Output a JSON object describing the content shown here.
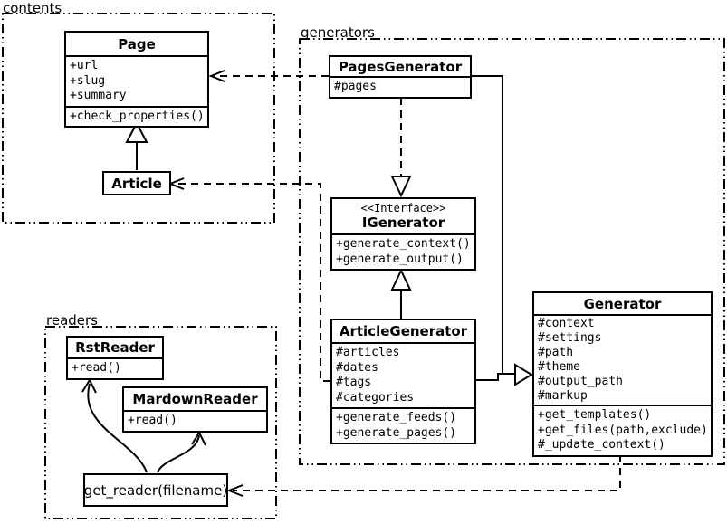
{
  "diagram": {
    "background": "#ffffff",
    "line_color": "#000000",
    "packages": {
      "contents": {
        "label": "contents"
      },
      "generators": {
        "label": "generators"
      },
      "readers": {
        "label": "readers"
      }
    },
    "classes": {
      "page": {
        "name": "Page",
        "attributes": [
          "+url",
          "+slug",
          "+summary"
        ],
        "methods": [
          "+check_properties()"
        ]
      },
      "article": {
        "name": "Article"
      },
      "pages_generator": {
        "name": "PagesGenerator",
        "attributes": [
          "#pages"
        ]
      },
      "igenerator": {
        "stereotype": "<<Interface>>",
        "name": "IGenerator",
        "methods": [
          "+generate_context()",
          "+generate_output()"
        ]
      },
      "article_generator": {
        "name": "ArticleGenerator",
        "attributes": [
          "#articles",
          "#dates",
          "#tags",
          "#categories"
        ],
        "methods": [
          "+generate_feeds()",
          "+generate_pages()"
        ]
      },
      "generator": {
        "name": "Generator",
        "attributes": [
          "#context",
          "#settings",
          "#path",
          "#theme",
          "#output_path",
          "#markup"
        ],
        "methods": [
          "+get_templates()",
          "+get_files(path,exclude)",
          "#_update_context()"
        ]
      },
      "rst_reader": {
        "name": "RstReader",
        "methods": [
          "+read()"
        ]
      },
      "mardown_reader": {
        "name": "MardownReader",
        "methods": [
          "+read()"
        ]
      },
      "get_reader": {
        "name": "get_reader(filename)"
      }
    },
    "relations": [
      {
        "from": "Article",
        "to": "Page",
        "type": "inheritance-solid-hollow-triangle"
      },
      {
        "from": "PagesGenerator",
        "to": "Page",
        "type": "dependency-dashed-open-arrow"
      },
      {
        "from": "ArticleGenerator",
        "to": "Article",
        "type": "dependency-dashed-open-arrow"
      },
      {
        "from": "PagesGenerator",
        "to": "IGenerator",
        "type": "realization-dashed-hollow-triangle"
      },
      {
        "from": "ArticleGenerator",
        "to": "IGenerator",
        "type": "inheritance-solid-hollow-triangle"
      },
      {
        "from": "PagesGenerator",
        "to": "Generator",
        "type": "inheritance-solid-hollow-triangle"
      },
      {
        "from": "ArticleGenerator",
        "to": "Generator",
        "type": "inheritance-solid-hollow-triangle"
      },
      {
        "from": "Generator",
        "to": "get_reader(filename)",
        "type": "dependency-dashed-open-arrow"
      },
      {
        "from": "get_reader(filename)",
        "to": "RstReader",
        "type": "association-curved-arrow"
      },
      {
        "from": "get_reader(filename)",
        "to": "MardownReader",
        "type": "association-curved-arrow"
      }
    ]
  }
}
